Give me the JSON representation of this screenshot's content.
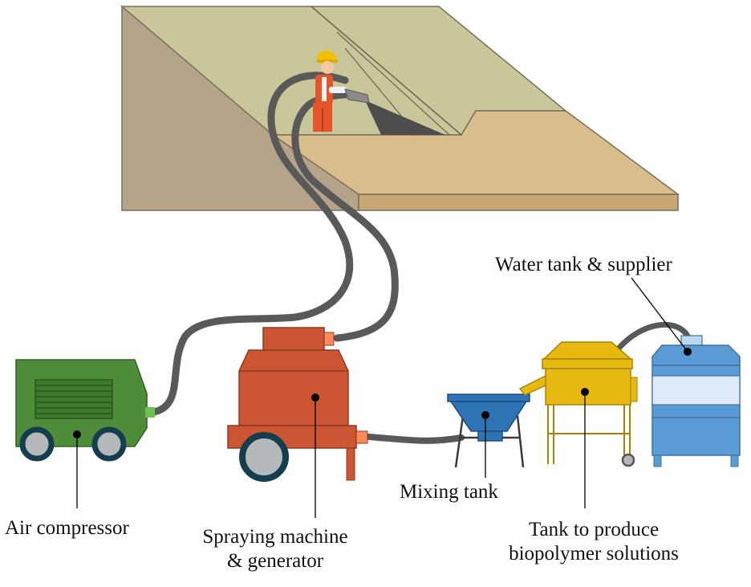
{
  "labels": {
    "water_tank": "Water tank & supplier",
    "air_compressor": "Air compressor",
    "spraying_line1": "Spraying  machine",
    "spraying_line2": "& generator",
    "mixing_tank": "Mixing tank",
    "biopolymer_line1": "Tank to produce",
    "biopolymer_line2": "biopolymer  solutions"
  },
  "colors": {
    "slope_top": "#c9c79a",
    "slope_side": "#b5a48a",
    "ground": "#d9bd8b",
    "ground_edge": "#c8a775",
    "hose": "#595959",
    "compressor": "#4e8c3a",
    "sprayer": "#cc5633",
    "mixer": "#2e74b5",
    "biopolymer_tank": "#e8b910",
    "water_tank": "#5b9bd5",
    "wheel": "#b5b8bb",
    "worker_hat": "#f2c200",
    "worker_suit": "#e8542a"
  }
}
